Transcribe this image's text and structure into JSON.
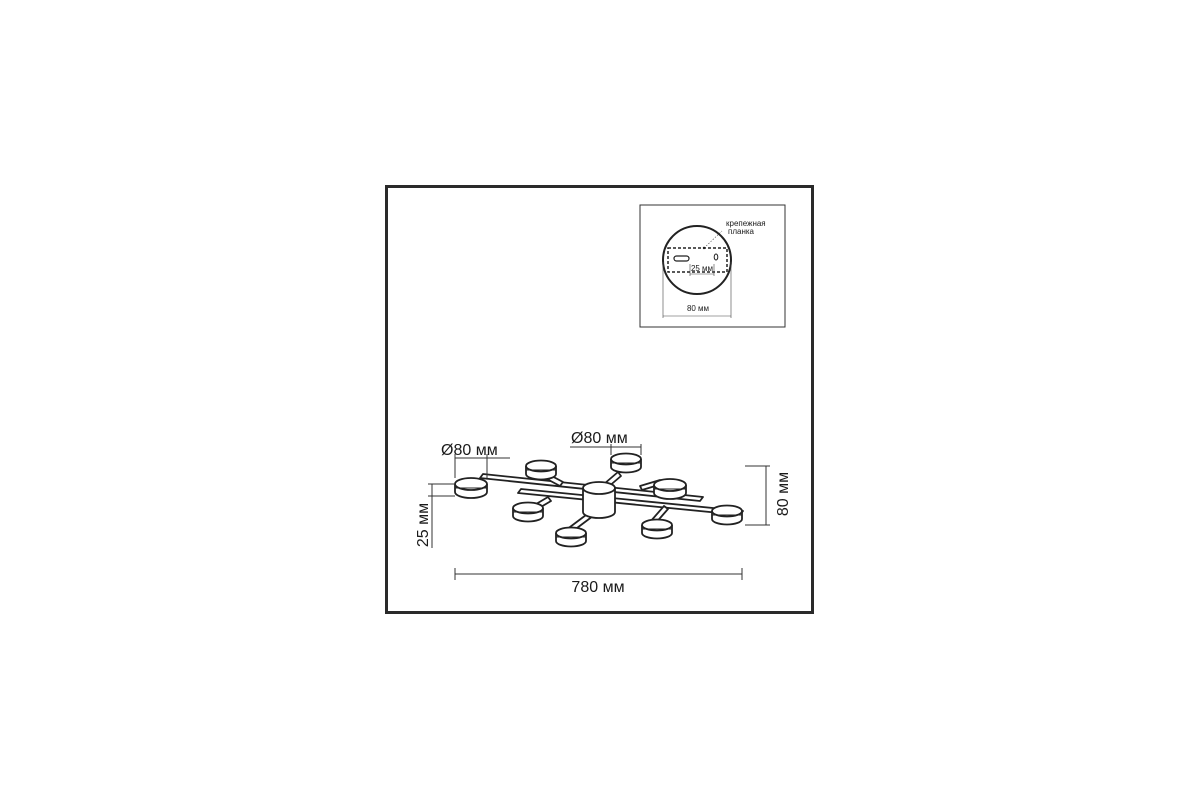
{
  "inset": {
    "bracket_label_line1": "крепежная",
    "bracket_label_line2": "планка",
    "bracket_width": "25 мм",
    "canopy_diameter": "80 мм"
  },
  "dimensions": {
    "shade_diameter_left": "Ø80 мм",
    "shade_diameter_center": "Ø80 мм",
    "body_depth": "25 мм",
    "total_height": "80 мм",
    "total_width": "780 мм"
  }
}
